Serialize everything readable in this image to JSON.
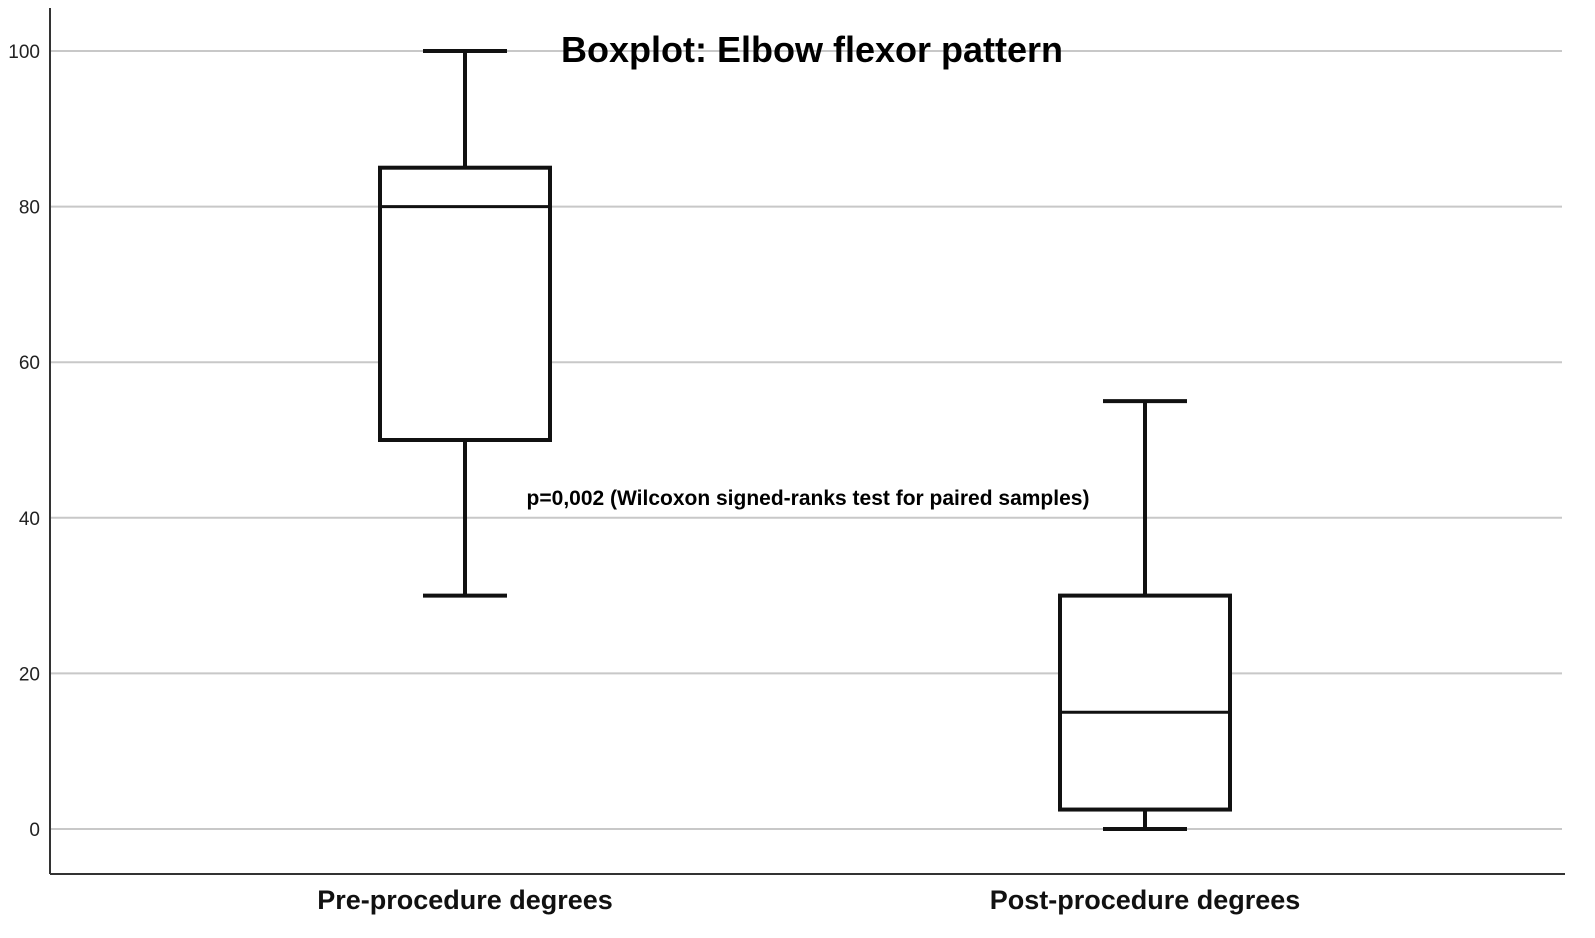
{
  "chart_data": {
    "type": "boxplot",
    "title": "Boxplot: Elbow flexor pattern",
    "annotation": "p=0,002 (Wilcoxon signed-ranks test for paired samples)",
    "xlabel": "",
    "ylabel": "",
    "ylim": [
      -5,
      105
    ],
    "yticks": [
      0,
      20,
      40,
      60,
      80,
      100
    ],
    "grid": true,
    "categories": [
      "Pre-procedure degrees",
      "Post-procedure degrees"
    ],
    "boxes": [
      {
        "category": "Pre-procedure degrees",
        "min": 30,
        "q1": 50,
        "median": 80,
        "q3": 85,
        "max": 100
      },
      {
        "category": "Post-procedure degrees",
        "min": 0,
        "q1": 2.5,
        "median": 15,
        "q3": 30,
        "max": 55
      }
    ]
  }
}
